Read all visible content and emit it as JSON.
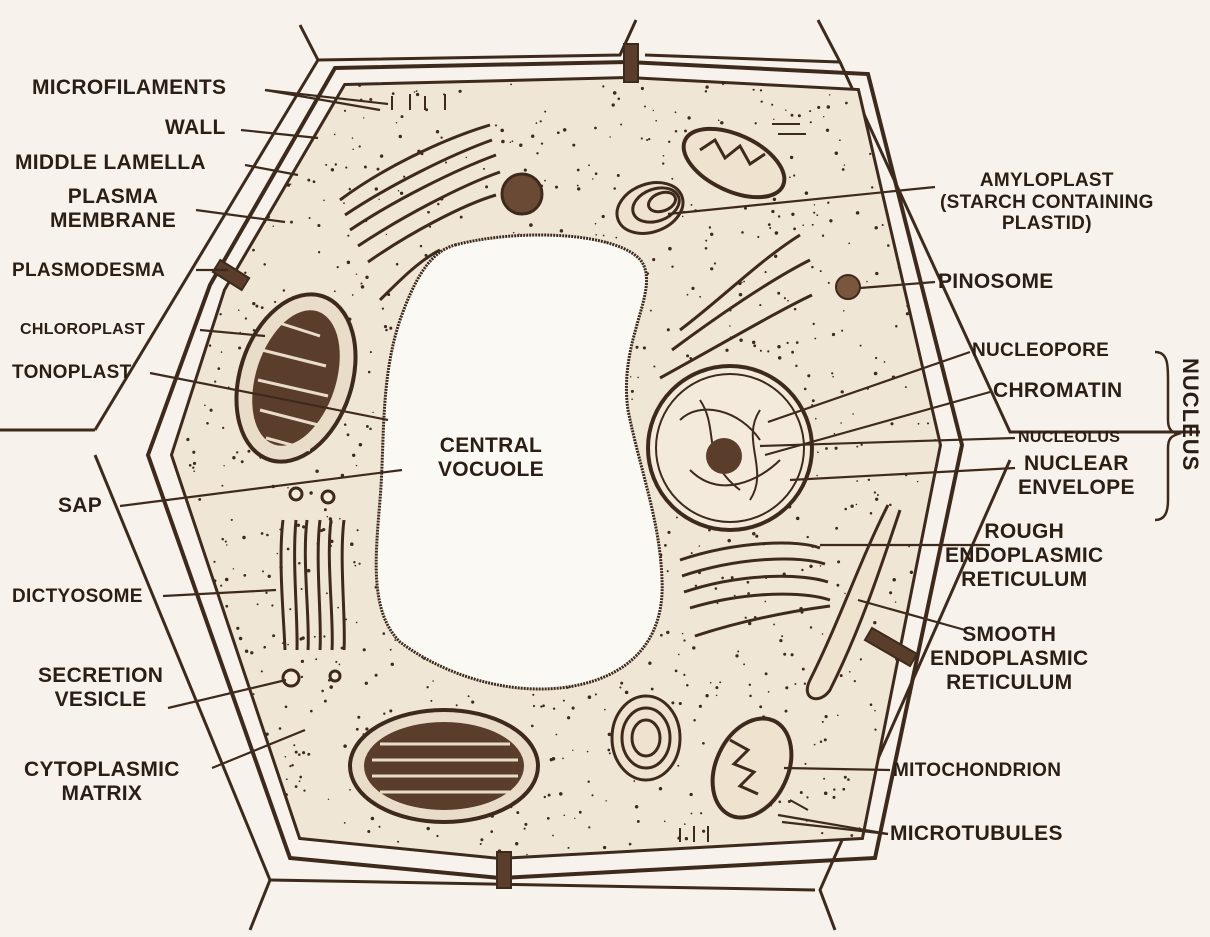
{
  "colors": {
    "ink": "#3e2a1c",
    "paper": "#f7f3ec",
    "cytoplasm": "#efe6d6",
    "organelle_dark": "#5a3d2b"
  },
  "labels": {
    "microfilaments": "MICROFILAMENTS",
    "wall": "WALL",
    "middle_lamella": "MIDDLE LAMELLA",
    "plasma_membrane": "PLASMA\nMEMBRANE",
    "plasmodesma": "PLASMODESMA",
    "chloroplast": "CHLOROPLAST",
    "tonoplast": "TONOPLAST",
    "sap": "SAP",
    "dictyosome": "DICTYOSOME",
    "secretion_vesicle": "SECRETION\nVESICLE",
    "cytoplasmic_matrix": "CYTOPLASMIC\nMATRIX",
    "central_vacuole": "CENTRAL\nVOCUOLE",
    "amyloplast": "AMYLOPLAST\n(STARCH CONTAINING\nPLASTID)",
    "pinosome": "PINOSOME",
    "nucleopore": "NUCLEOPORE",
    "chromatin": "CHROMATIN",
    "nucleolus": "NUCLEOLUS",
    "nuclear_envelope": "NUCLEAR\nENVELOPE",
    "nucleus": "NUCLEUS",
    "rough_er": "ROUGH\nENDOPLASMIC\nRETICULUM",
    "smooth_er": "SMOOTH\nENDOPLASMIC\nRETICULUM",
    "mitochondrion": "MITOCHONDRION",
    "microtubules": "MICROTUBULES"
  }
}
